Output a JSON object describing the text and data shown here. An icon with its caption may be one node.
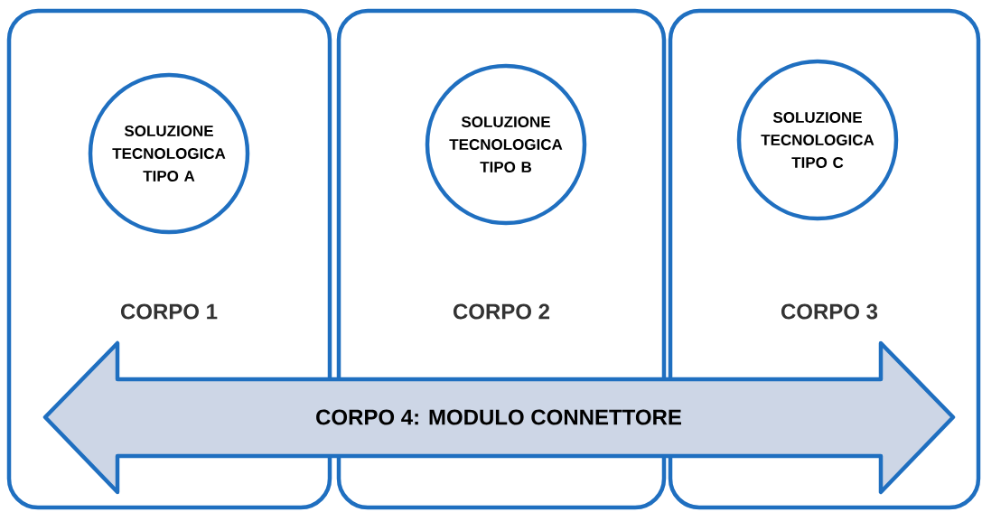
{
  "diagram": {
    "nodes": [
      {
        "text": [
          "CORPO 1"
        ]
      },
      {
        "text": [
          "SOLUZIONE TECNOLOGICA TIPO A"
        ],
        "in": 0
      },
      {
        "text": [
          "CORPO 2"
        ]
      },
      {
        "text": [
          "SOLUZIONE TECNOLOGICA TIPO B"
        ],
        "in": 2
      },
      {
        "text": [
          "CORPO 3"
        ]
      },
      {
        "text": [
          "SOLUZIONE TECNOLOGICA TIPO C"
        ],
        "in": 4
      },
      {
        "text": [
          "CORPO 4: MODULO CONNETTORE"
        ]
      }
    ]
  }
}
